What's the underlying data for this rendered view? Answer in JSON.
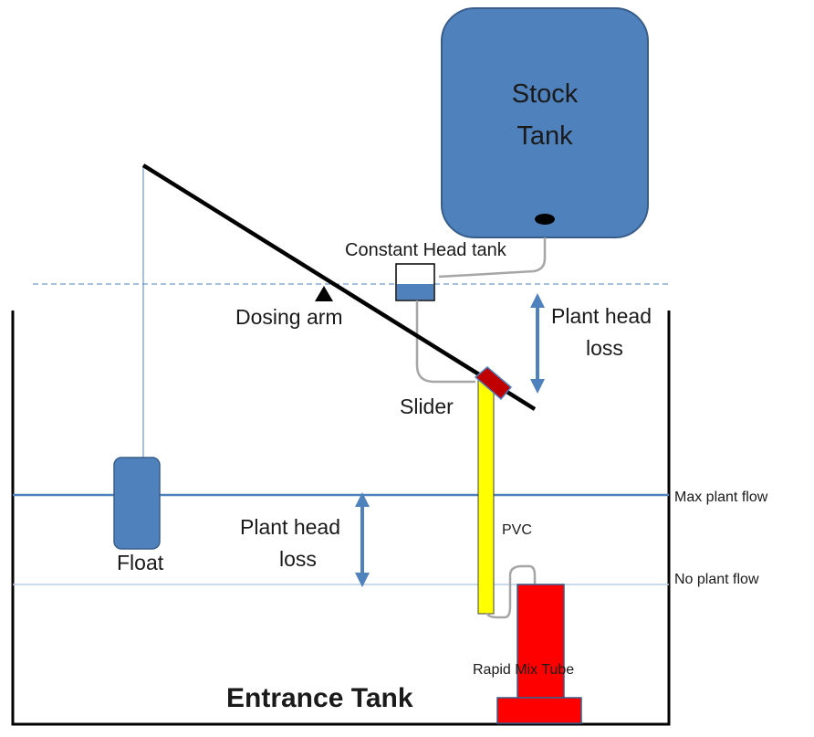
{
  "stock_tank": {
    "label_line1": "Stock",
    "label_line2": "Tank"
  },
  "constant_head_tank": {
    "label": "Constant Head tank"
  },
  "dosing_arm": {
    "label": "Dosing arm"
  },
  "slider": {
    "label": "Slider"
  },
  "upper_head_loss": {
    "label_line1": "Plant head",
    "label_line2": "loss"
  },
  "lower_head_loss": {
    "label_line1": "Plant head",
    "label_line2": "loss"
  },
  "float": {
    "label": "Float"
  },
  "pvc": {
    "label": "PVC"
  },
  "levels": {
    "max_label": "Max plant flow",
    "no_label": "No plant flow"
  },
  "rapid_mix_tube": {
    "label": "Rapid Mix Tube"
  },
  "entrance_tank": {
    "label": "Entrance Tank"
  },
  "colors": {
    "tank_blue": "#4f81bd",
    "tank_blue_stroke": "#385d8a",
    "water_line": "#4f81bd",
    "pipe_gray": "#a6a6a6",
    "pvc_yellow": "#ffff00",
    "rapid_mix_red": "#ff0000",
    "slider_red": "#c00000",
    "arm_black": "#000000"
  }
}
